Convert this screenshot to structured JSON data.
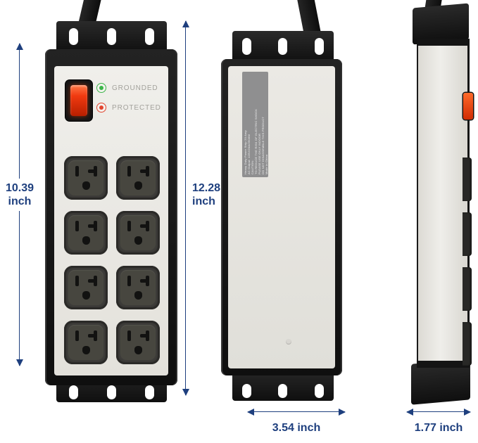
{
  "diagram": {
    "views": {
      "front": {
        "name": "front view",
        "outlet_count": 8,
        "indicators": [
          {
            "label": "GROUNDED",
            "color": "#3cb54a"
          },
          {
            "label": "PROTECTED",
            "color": "#e2452f"
          }
        ]
      },
      "back": {
        "name": "back view",
        "spec_label_lines": [
          "Heavy Duty Power Strip 20 Amp",
          "AC Output: 125V/20A/2500W",
          "CAUTION:",
          "TO REDUCE THE RISK OF ELECTRIC SHOCK",
          "PLEASE USE ONLY INDOOR",
          "DO NOT DISASSEMBLE THIS PRODUCT",
          "Made in China"
        ]
      },
      "side": {
        "name": "side view"
      }
    },
    "dimensions": {
      "front_height": {
        "value": "10.39",
        "unit": "inch"
      },
      "overall_height": {
        "value": "12.28",
        "unit": "inch"
      },
      "width": {
        "value": "3.54",
        "unit": "inch"
      },
      "depth": {
        "value": "1.77",
        "unit": "inch"
      }
    },
    "colors": {
      "dimension_text": "#1e3f7e",
      "frame_black": "#141414",
      "panel_gray": "#e9e7e2",
      "switch_red": "#e8330e",
      "led_green": "#3cb54a",
      "led_red": "#e2452f",
      "spec_label_bg": "#8f8f90"
    }
  }
}
